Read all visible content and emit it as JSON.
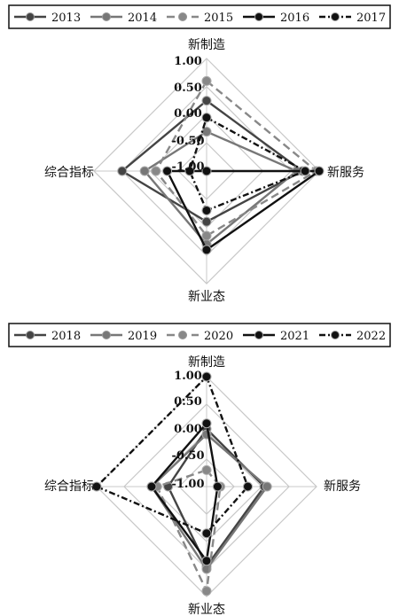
{
  "chart_data": [
    {
      "type": "radar",
      "axes": [
        "新制造",
        "新服务",
        "新业态",
        "综合指标"
      ],
      "ticks": [
        "1.00",
        "0.50",
        "0.00",
        "-0.50",
        "-1.00"
      ],
      "range": [
        -1.0,
        1.0
      ],
      "grid": true,
      "legend_position": "top",
      "series": [
        {
          "name": "2013",
          "color": "#444444",
          "dash": "solid",
          "values": [
            0.25,
            0.7,
            -0.1,
            0.5
          ]
        },
        {
          "name": "2014",
          "color": "#777777",
          "dash": "solid",
          "values": [
            -0.3,
            0.6,
            0.3,
            0.1
          ]
        },
        {
          "name": "2015",
          "color": "#888888",
          "dash": "dash",
          "values": [
            0.6,
            0.95,
            0.15,
            -0.1
          ]
        },
        {
          "name": "2016",
          "color": "#111111",
          "dash": "solid",
          "values": [
            -1.0,
            1.0,
            0.4,
            -0.3
          ]
        },
        {
          "name": "2017",
          "color": "#111111",
          "dash": "dashdot",
          "values": [
            -0.05,
            0.75,
            -0.3,
            -0.7
          ]
        }
      ]
    },
    {
      "type": "radar",
      "axes": [
        "新制造",
        "新服务",
        "新业态",
        "综合指标"
      ],
      "ticks": [
        "1.00",
        "0.50",
        "0.00",
        "-0.50",
        "-1.00"
      ],
      "range": [
        -1.0,
        1.0
      ],
      "grid": true,
      "legend_position": "top",
      "series": [
        {
          "name": "2018",
          "color": "#444444",
          "dash": "solid",
          "values": [
            0.05,
            0.05,
            0.45,
            -0.3
          ]
        },
        {
          "name": "2019",
          "color": "#777777",
          "dash": "solid",
          "values": [
            -0.05,
            0.1,
            0.5,
            0.0
          ]
        },
        {
          "name": "2020",
          "color": "#888888",
          "dash": "dash",
          "values": [
            -0.7,
            -0.75,
            0.9,
            -0.1
          ]
        },
        {
          "name": "2021",
          "color": "#111111",
          "dash": "solid",
          "values": [
            0.15,
            -0.8,
            0.35,
            0.0
          ]
        },
        {
          "name": "2022",
          "color": "#111111",
          "dash": "dashdot",
          "values": [
            1.0,
            -0.25,
            -0.15,
            1.0
          ]
        }
      ]
    }
  ]
}
